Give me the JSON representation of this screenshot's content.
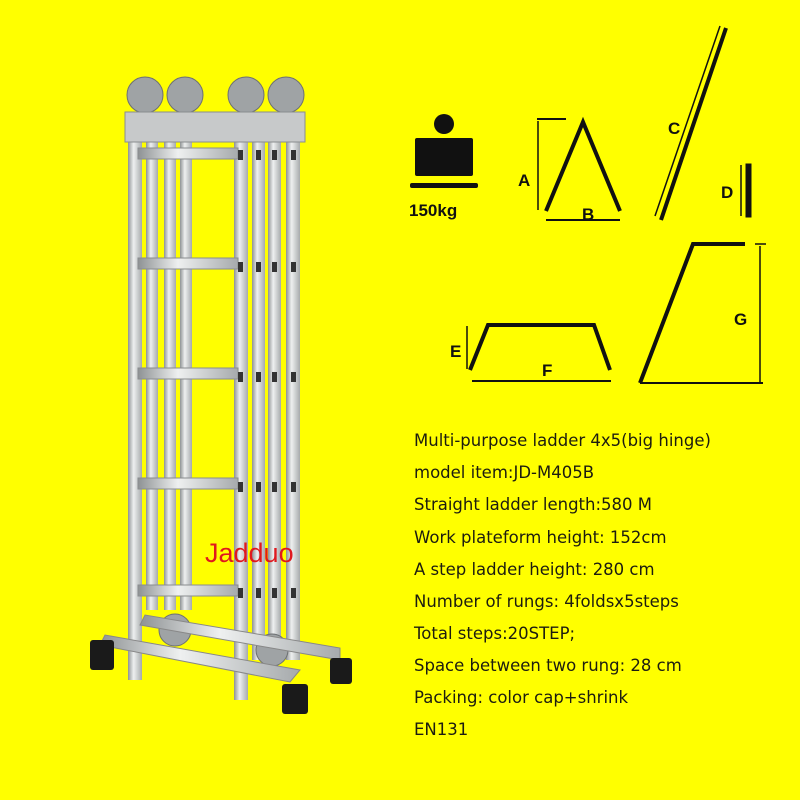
{
  "brand": "Jadduo",
  "diagram": {
    "weight_label": "150kg",
    "labels": {
      "a": "A",
      "b": "B",
      "c": "C",
      "d": "D",
      "e": "E",
      "f": "F",
      "g": "G"
    }
  },
  "specs": [
    "Multi-purpose ladder 4x5(big hinge)",
    "model item:JD-M405B",
    "Straight ladder length:580 M",
    "Work plateform height: 152cm",
    "A step ladder height: 280 cm",
    "Number of rungs: 4foldsx5steps",
    "Total steps:20STEP;",
    "Space between two rung: 28 cm",
    "Packing: color cap+shrink",
    "EN131"
  ],
  "colors": {
    "background": "#ffff00",
    "brand": "#e0181e",
    "metal": "#c9cbcc"
  }
}
